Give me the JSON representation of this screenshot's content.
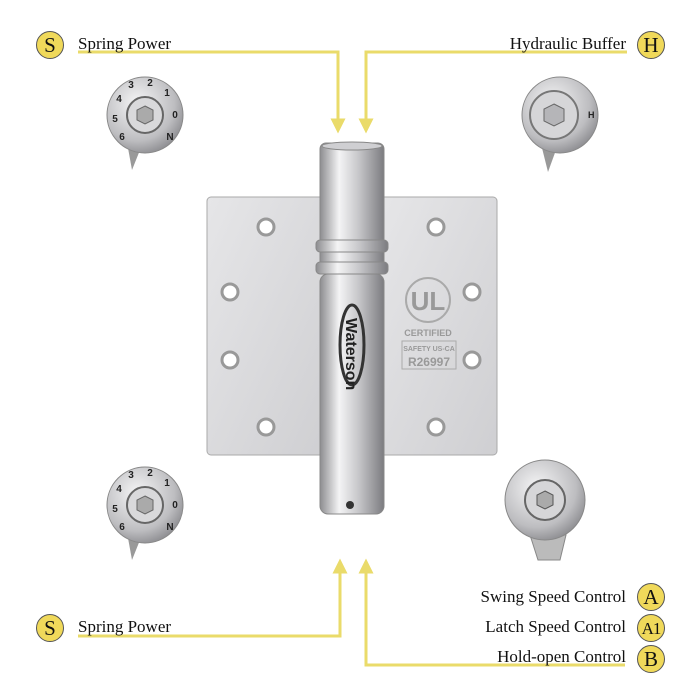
{
  "callouts": {
    "top_left": {
      "badge": "S",
      "label": "Spring Power"
    },
    "top_right": {
      "badge": "H",
      "label": "Hydraulic Buffer"
    },
    "bottom_left": {
      "badge": "S",
      "label": "Spring Power"
    },
    "bottom_right": [
      {
        "badge": "A",
        "label": "Swing Speed Control"
      },
      {
        "badge": "A1",
        "label": "Latch Speed Control"
      },
      {
        "badge": "B",
        "label": "Hold-open Control"
      }
    ]
  },
  "product": {
    "brand": "Waterson",
    "certification": {
      "mark": "UL",
      "line1": "CERTIFIED",
      "line2": "SAFETY US-CA",
      "number": "R26997"
    }
  },
  "colors": {
    "accent": "#f0d95a",
    "line": "#eadb6a",
    "metal": "#d8d8da"
  }
}
